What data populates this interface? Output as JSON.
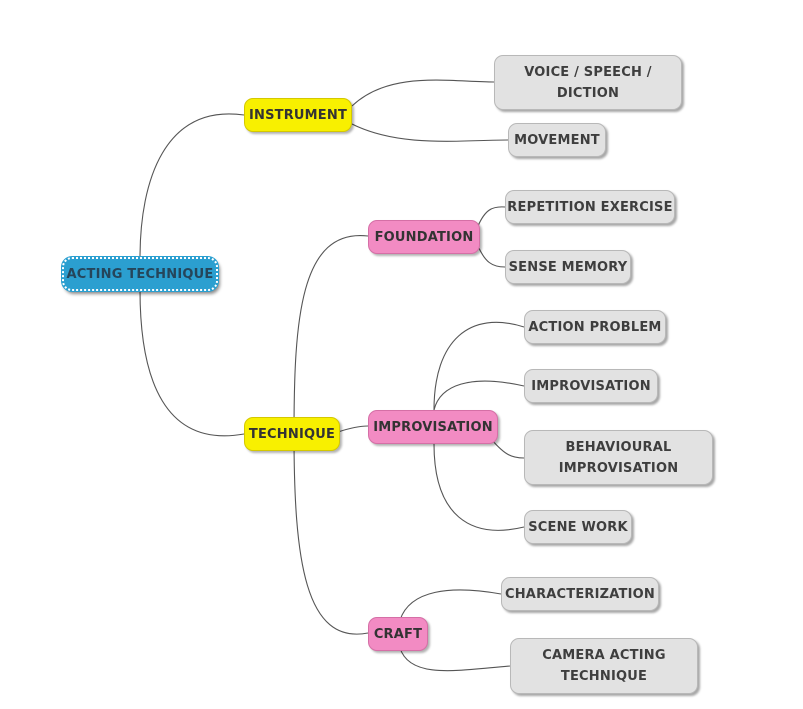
{
  "mindmap": {
    "root": "ACTING TECHNIQUE",
    "branches": {
      "instrument": "INSTRUMENT",
      "technique": "TECHNIQUE"
    },
    "sub_branches": {
      "foundation": "FOUNDATION",
      "improvisation": "IMPROVISATION",
      "craft": "CRAFT"
    },
    "leaves": {
      "voice_speech_diction": "VOICE / SPEECH / DICTION",
      "movement": "MOVEMENT",
      "repetition_exercise": "REPETITION EXERCISE",
      "sense_memory": "SENSE MEMORY",
      "action_problem": "ACTION PROBLEM",
      "improvisation": "IMPROVISATION",
      "behavioural_improvisation": "BEHAVIOURAL IMPROVISATION",
      "scene_work": "SCENE WORK",
      "characterization": "CHARACTERIZATION",
      "camera_acting_technique": "CAMERA ACTING TECHNIQUE"
    },
    "colors": {
      "root": "#2b9fd0",
      "level1": "#f8f000",
      "level2": "#f28bc3",
      "leaf": "#e2e2e2",
      "connector": "#555555"
    }
  }
}
